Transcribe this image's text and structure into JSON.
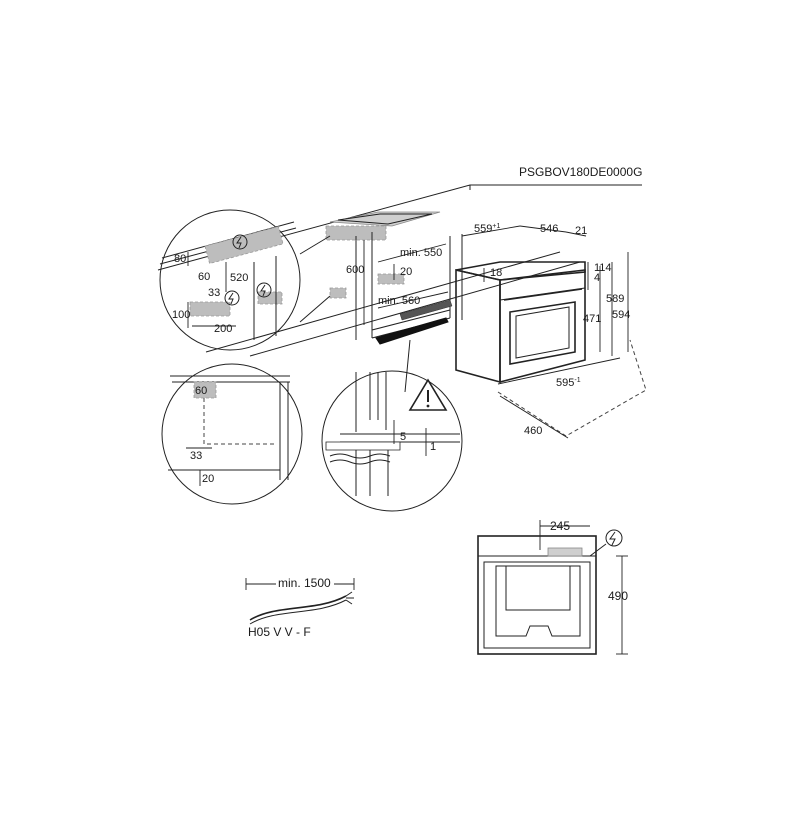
{
  "model_code": "PSGBOV180DE0000G",
  "icons": {
    "electric": "lightning-bolt-in-circle",
    "warning": "exclamation-in-triangle"
  },
  "cabinet_top": {
    "depth": "559",
    "depth_sup": "+1",
    "min_depth": "min. 550",
    "height": "600",
    "gap": "20",
    "min_width": "min. 560"
  },
  "oven": {
    "depth_body": "546",
    "depth_front": "21",
    "top_offset": "18",
    "panel_height": "114",
    "panel_gap": "4",
    "cavity_height": "471",
    "height_inner": "589",
    "height_total": "594",
    "width": "595",
    "width_sup": "-1",
    "depth_open": "460"
  },
  "detail_socket": {
    "top": "80",
    "side": "60",
    "height": "520",
    "left_offset": "33",
    "bottom": "100",
    "width": "200"
  },
  "detail_corner": {
    "top": "60",
    "left": "33",
    "bottom": "20"
  },
  "detail_edge": {
    "gap_top": "5",
    "gap_bottom": "1"
  },
  "cable": {
    "length": "min. 1500",
    "type": "H05 V V - F"
  },
  "back_view": {
    "width": "245",
    "height": "490"
  }
}
